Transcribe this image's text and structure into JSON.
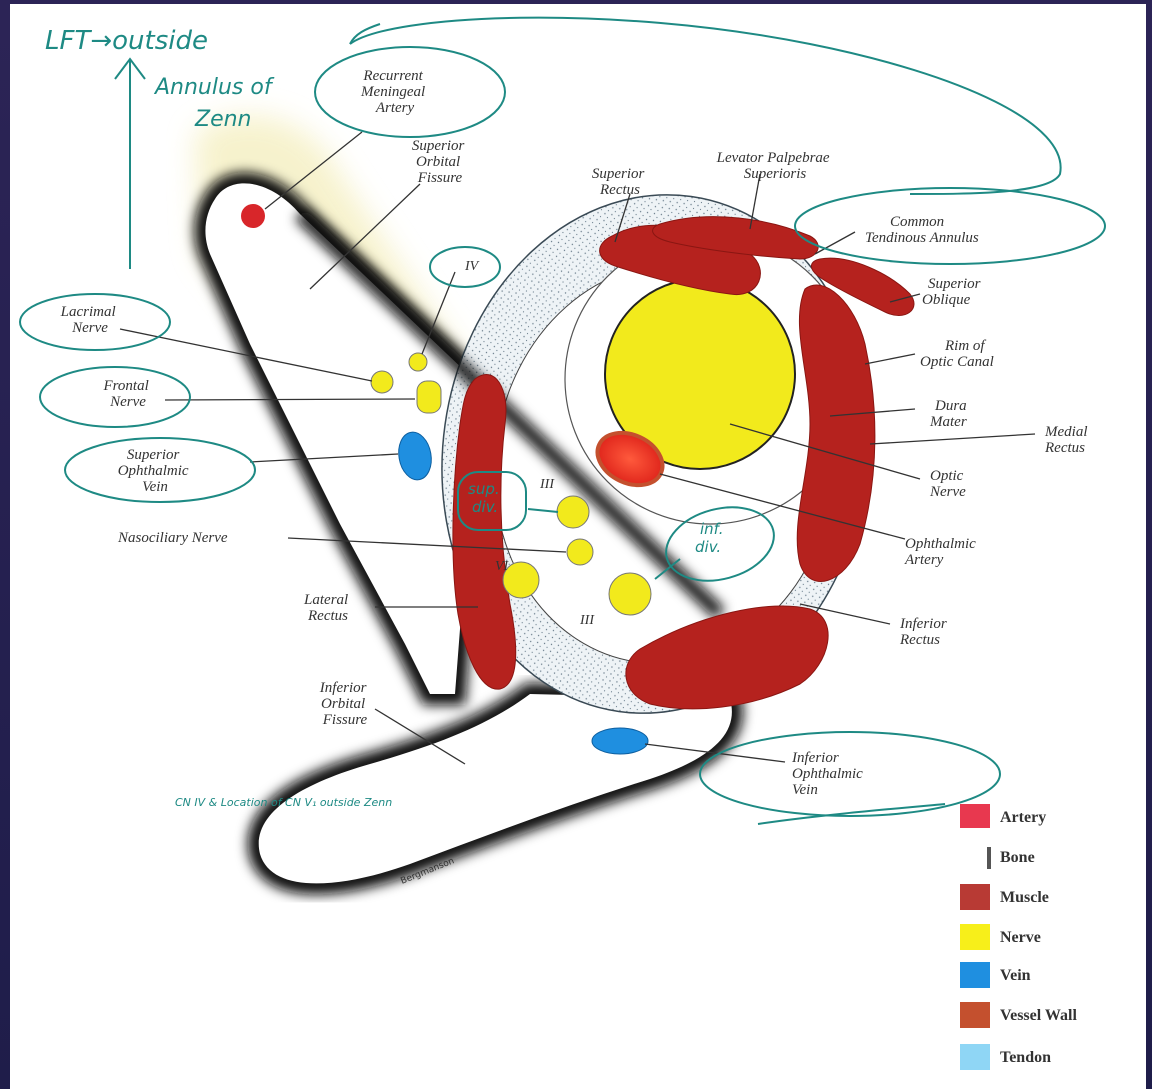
{
  "labels": {
    "recurrent_meningeal_artery": [
      "Recurrent",
      "Meningeal",
      "Artery"
    ],
    "superior_orbital_fissure": [
      "Superior",
      "Orbital",
      "Fissure"
    ],
    "superior_rectus": [
      "Superior",
      "Rectus"
    ],
    "levator": [
      "Levator Palpebrae",
      "Superioris"
    ],
    "common_tendinous_annulus": [
      "Common",
      "Tendinous Annulus"
    ],
    "superior_oblique": [
      "Superior",
      "Oblique"
    ],
    "rim_optic_canal": [
      "Rim of",
      "Optic Canal"
    ],
    "dura_mater": [
      "Dura",
      "Mater"
    ],
    "medial_rectus": [
      "Medial",
      "Rectus"
    ],
    "optic_nerve": [
      "Optic",
      "Nerve"
    ],
    "ophthalmic_artery": [
      "Ophthalmic",
      "Artery"
    ],
    "inferior_rectus": [
      "Inferior",
      "Rectus"
    ],
    "inferior_ophthalmic_vein": [
      "Inferior",
      "Ophthalmic",
      "Vein"
    ],
    "inferior_orbital_fissure": [
      "Inferior",
      "Orbital",
      "Fissure"
    ],
    "lateral_rectus": [
      "Lateral",
      "Rectus"
    ],
    "nasociliary_nerve": "Nasociliary Nerve",
    "superior_ophthalmic_vein": [
      "Superior",
      "Ophthalmic",
      "Vein"
    ],
    "frontal_nerve": [
      "Frontal",
      "Nerve"
    ],
    "lacrimal_nerve": [
      "Lacrimal",
      "Nerve"
    ],
    "cn_iv": "IV",
    "cn_iii_top": "III",
    "cn_iii_bottom": "III",
    "cn_vi": "VI",
    "artist": "Bergmanson"
  },
  "legend": [
    {
      "label": "Artery",
      "color": "#e8384f"
    },
    {
      "label": "Bone",
      "color": "#555555"
    },
    {
      "label": "Muscle",
      "color": "#b83a34"
    },
    {
      "label": "Nerve",
      "color": "#f7ef1a"
    },
    {
      "label": "Vein",
      "color": "#1f8fe0"
    },
    {
      "label": "Vessel Wall",
      "color": "#c4502e"
    },
    {
      "label": "Tendon",
      "color": "#8fd6f5"
    }
  ],
  "handwriting": {
    "lft_outside": "LFT→outside",
    "annulus_of_zenn": [
      "Annulus of",
      "Zenn"
    ],
    "sup_div": [
      "sup.",
      "div."
    ],
    "inf_div": [
      "inf.",
      "div."
    ],
    "bottom_note": "CN IV & Location of CN V₁ outside Zenn"
  },
  "colors": {
    "muscle": "#b5221e",
    "nerve": "#f2ea1c",
    "vein": "#1f8fe0",
    "artery": "#d8262a",
    "annotation": "#1e8a84",
    "fissure_glow": "#f6f1c8"
  }
}
